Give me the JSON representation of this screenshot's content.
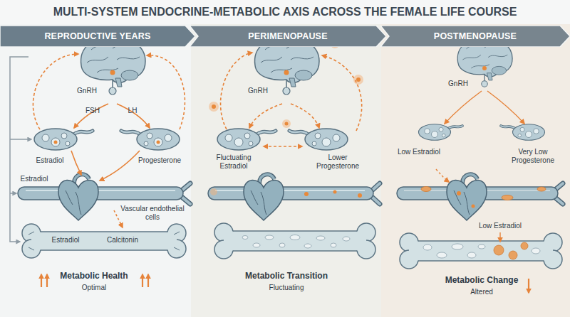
{
  "diagram": {
    "title": "MULTI-SYSTEM ENDOCRINE-METABOLIC AXIS ACROSS THE FEMALE LIFE COURSE",
    "nodes": [
      {
        "text": [
          "REPRODUCTIVE YEARS"
        ]
      },
      {
        "text": [
          "PERIMENOPAUSE"
        ]
      },
      {
        "text": [
          "POSTMENOPAUSE"
        ]
      }
    ],
    "labels": [
      "GnRH",
      "FSH",
      "LH",
      "Estradiol",
      "Progesterone",
      "Estradiol",
      "Vascular endothelial cells",
      "Estradiol",
      "Calcitonin",
      "Metabolic Health",
      "Optimal",
      "GnRH",
      "Fluctuating Estradiol",
      "Lower Progesterone",
      "Metabolic Transition",
      "Fluctuating",
      "GnRH",
      "Low Estradiol",
      "Very Low Progesterone",
      "Low Estradiol",
      "Metabolic Change",
      "Altered"
    ]
  }
}
